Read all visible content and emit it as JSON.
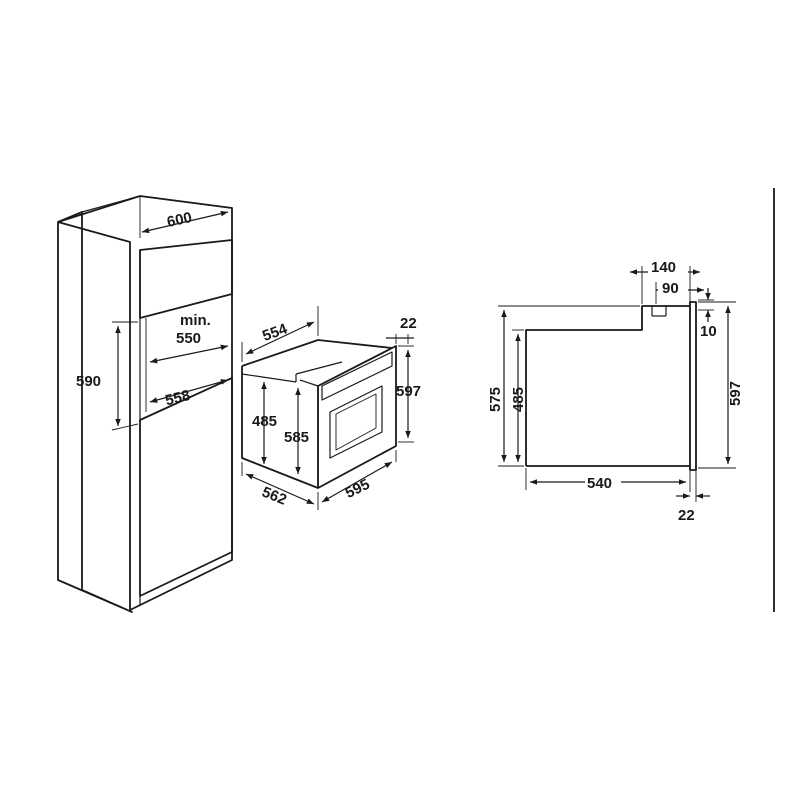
{
  "cabinet": {
    "width": "600",
    "niche_min_label": "min.",
    "niche_min_width": "550",
    "niche_height": "590",
    "niche_depth": "558"
  },
  "oven": {
    "top_depth": "554",
    "front_thickness": "22",
    "total_height": "597",
    "body_height_inner": "485",
    "body_height": "585",
    "depth": "562",
    "width": "595"
  },
  "side_view": {
    "step_width": "140",
    "step_inner": "90",
    "step_height": "10",
    "left_height_outer": "575",
    "left_height_inner": "485",
    "right_height": "597",
    "body_depth": "540",
    "front_thickness": "22"
  }
}
